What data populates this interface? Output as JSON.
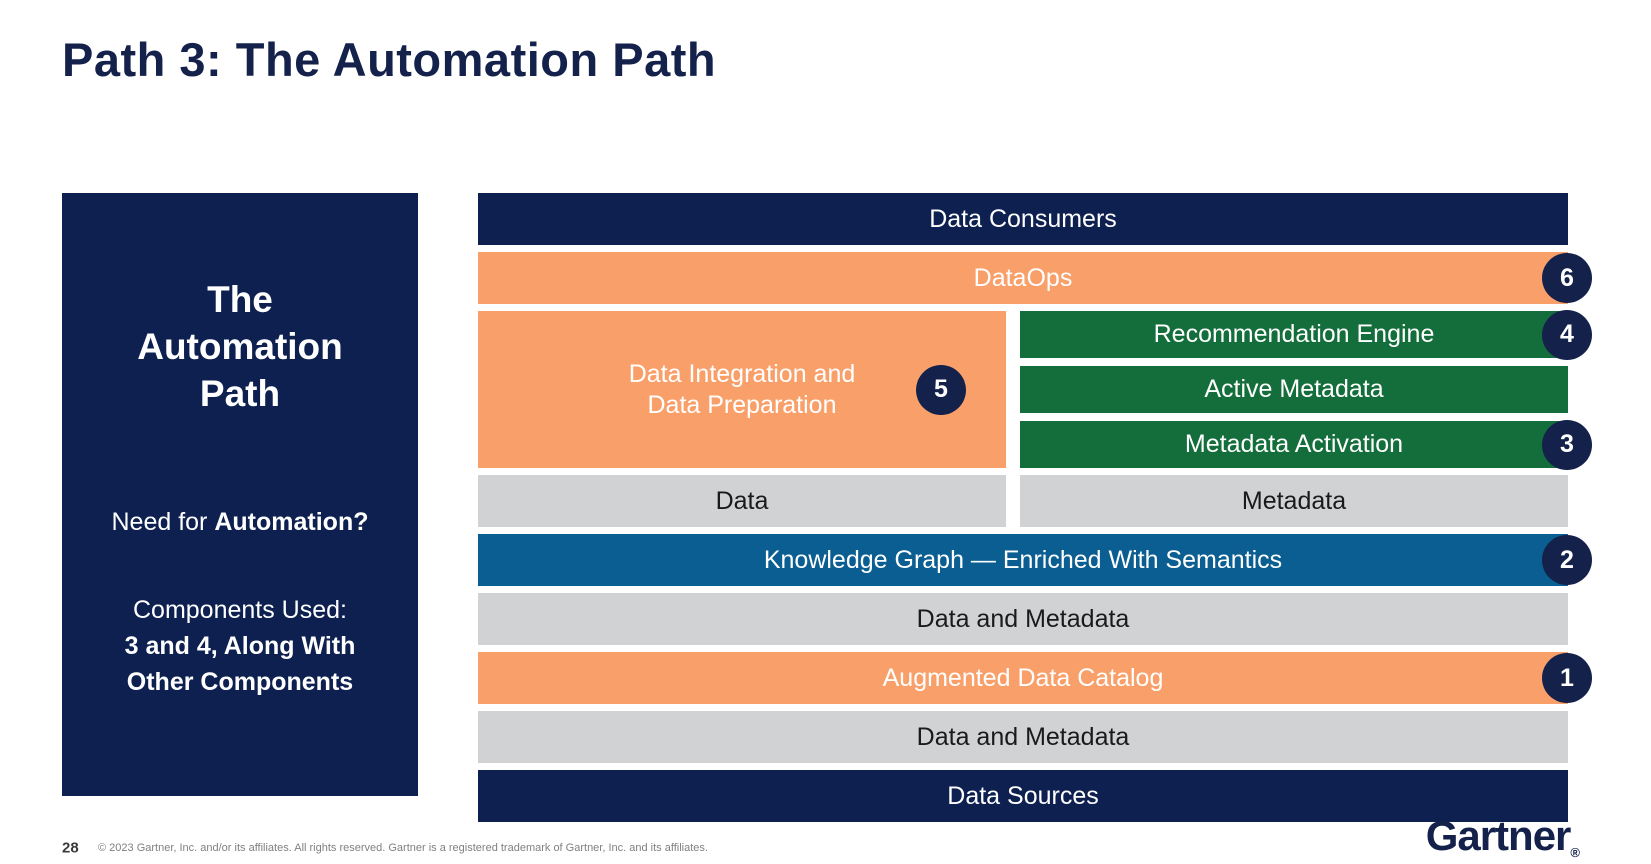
{
  "slide": {
    "title": "Path 3: The Automation Path",
    "page_number": "28",
    "copyright": "© 2023 Gartner, Inc. and/or its affiliates. All rights reserved. Gartner is a registered trademark of Gartner, Inc. and its affiliates.",
    "logo": "Gartner",
    "logo_mark": "®"
  },
  "left_panel": {
    "heading_line1": "The",
    "heading_line2": "Automation",
    "heading_line3": "Path",
    "question_prefix": "Need for ",
    "question_bold": "Automation?",
    "components_label": "Components Used:",
    "components_line1": "3 and 4, Along With",
    "components_line2": "Other Components"
  },
  "stack": {
    "data_consumers": "Data Consumers",
    "dataops": "DataOps",
    "dataops_badge": "6",
    "data_integration": "Data Integration and\nData Preparation",
    "data_integration_line1": "Data Integration and",
    "data_integration_line2": "Data Preparation",
    "data_integration_badge": "5",
    "recommendation_engine": "Recommendation Engine",
    "recommendation_engine_badge": "4",
    "active_metadata": "Active Metadata",
    "metadata_activation": "Metadata Activation",
    "metadata_activation_badge": "3",
    "data": "Data",
    "metadata": "Metadata",
    "knowledge_graph": "Knowledge Graph — Enriched With Semantics",
    "knowledge_graph_badge": "2",
    "data_and_metadata_upper": "Data and Metadata",
    "augmented_data_catalog": "Augmented Data Catalog",
    "augmented_data_catalog_badge": "1",
    "data_and_metadata_lower": "Data and Metadata",
    "data_sources": "Data Sources"
  },
  "colors": {
    "navy": "#0d2050",
    "orange": "#f9a06a",
    "green": "#136e3b",
    "blue": "#0a5e91",
    "gray": "#d1d2d4",
    "badge": "#13214b",
    "title": "#13214b"
  }
}
